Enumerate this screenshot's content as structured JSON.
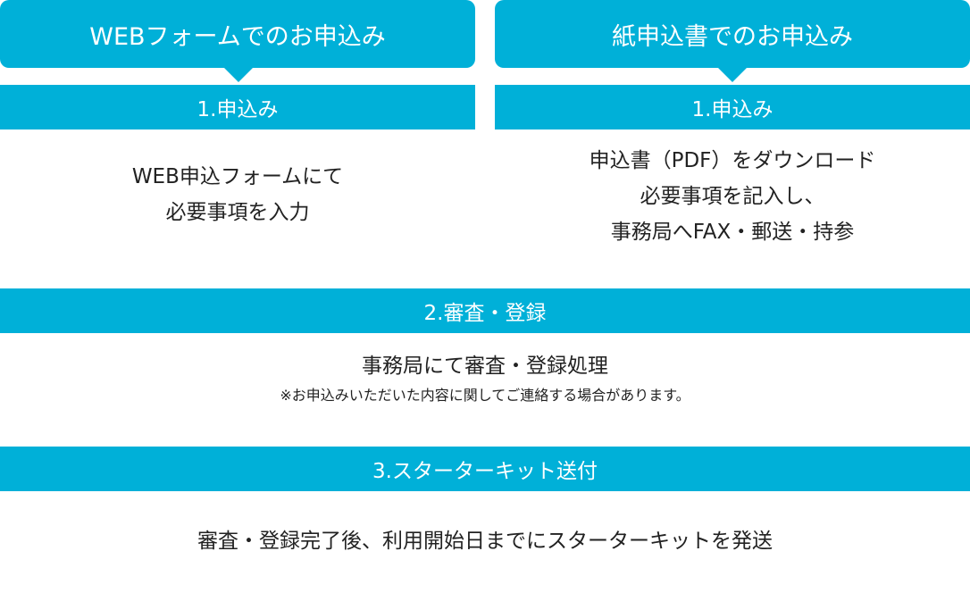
{
  "web": {
    "title": "WEBフォームでのお申込み",
    "step1": "1.申込み",
    "lines": [
      "WEB申込フォームにて",
      "必要事項を入力"
    ]
  },
  "paper": {
    "title": "紙申込書でのお申込み",
    "step1": "1.申込み",
    "lines": [
      "申込書（PDF）をダウンロード",
      "必要事項を記入し、",
      "事務局へFAX・郵送・持参"
    ]
  },
  "step2": {
    "label": "2.審査・登録",
    "text": "事務局にて審査・登録処理",
    "note": "※お申込みいただいた内容に関してご連絡する場合があります。"
  },
  "step3": {
    "label": "3.スターターキット送付",
    "text": "審査・登録完了後、利用開始日までにスターターキットを発送"
  },
  "colors": {
    "accent": "#00b0d8"
  }
}
